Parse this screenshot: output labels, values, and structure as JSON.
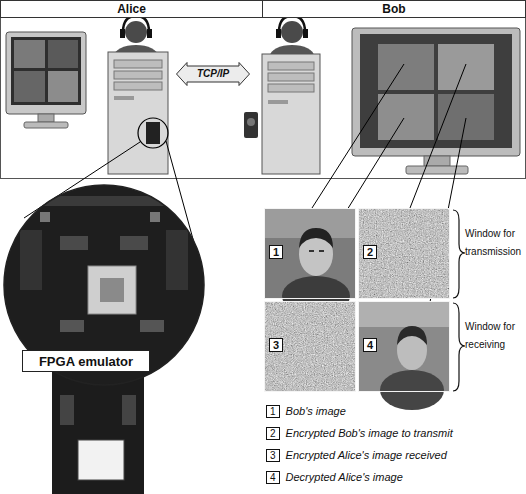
{
  "diagram": {
    "nodes": [
      {
        "text": [
          "Alice"
        ]
      },
      {
        "text": [
          "Bob"
        ]
      },
      {
        "text": [
          "TCP/IP"
        ]
      },
      {
        "text": [
          "FPGA emulator"
        ]
      },
      {
        "text": [
          "1"
        ]
      },
      {
        "text": [
          "2"
        ]
      },
      {
        "text": [
          "3"
        ]
      },
      {
        "text": [
          "4"
        ]
      }
    ],
    "labels": [
      "Window for transmission",
      "Window for receiving",
      "1",
      "2",
      "3",
      "4"
    ],
    "legend": [
      {
        "text": "Bob's image"
      },
      {
        "text": "Encrypted Bob's image to transmit"
      },
      {
        "text": "Encrypted Alice's image received"
      },
      {
        "text": "Decrypted Alice's image"
      }
    ]
  }
}
